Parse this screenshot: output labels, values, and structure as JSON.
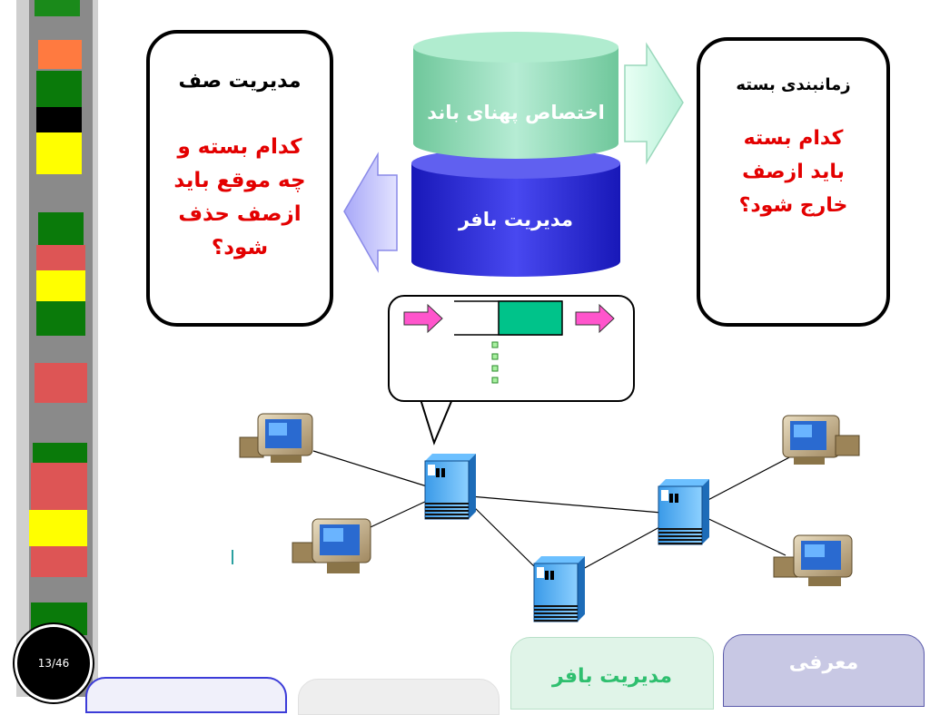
{
  "slide_number": "13/46",
  "left_box": {
    "title": "مدیریت صف",
    "question": "کدام بسته و\nچه موقع باید\nازصف حذف\nشود؟"
  },
  "right_box": {
    "title": "زمانبندی بسته",
    "question": "کدام بسته\nباید ازصف\nخارج شود؟"
  },
  "cylinder_top_label": "اختصاص پهنای باند",
  "cylinder_bottom_label": "مدیریت بافر",
  "tabs": {
    "buffer_management": "مدیریت بافر",
    "introduction": "معرفی"
  },
  "colors": {
    "accent_red": "#e30000",
    "cylinder_top": "#8ed8b4",
    "cylinder_bottom": "#2a2ad8",
    "callout_queue": "#00c38a",
    "arrow_pink": "#ff55cc"
  },
  "icons": [
    "computer-icon",
    "router-icon"
  ]
}
